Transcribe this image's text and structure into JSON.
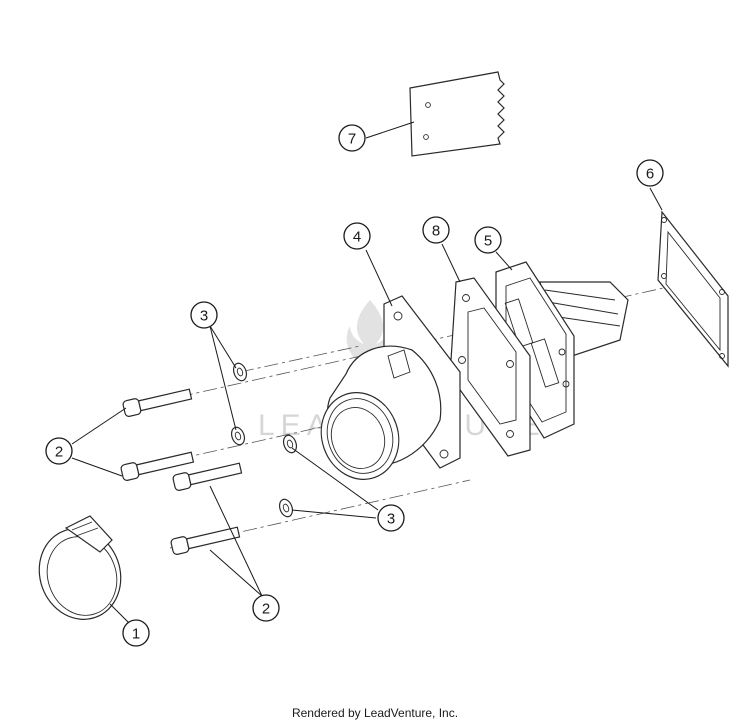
{
  "watermark": "LEADVENTURE",
  "footer": {
    "credit": "Rendered by LeadVenture, Inc."
  },
  "callouts": [
    {
      "id": "c1",
      "label": "1"
    },
    {
      "id": "c2a",
      "label": "2"
    },
    {
      "id": "c2b",
      "label": "2"
    },
    {
      "id": "c3a",
      "label": "3"
    },
    {
      "id": "c3b",
      "label": "3"
    },
    {
      "id": "c4",
      "label": "4"
    },
    {
      "id": "c5",
      "label": "5"
    },
    {
      "id": "c6",
      "label": "6"
    },
    {
      "id": "c7",
      "label": "7"
    },
    {
      "id": "c8",
      "label": "8"
    }
  ],
  "colors": {
    "line": "#2a2a2a",
    "watermark": "#d6d6d6",
    "background": "#ffffff"
  }
}
